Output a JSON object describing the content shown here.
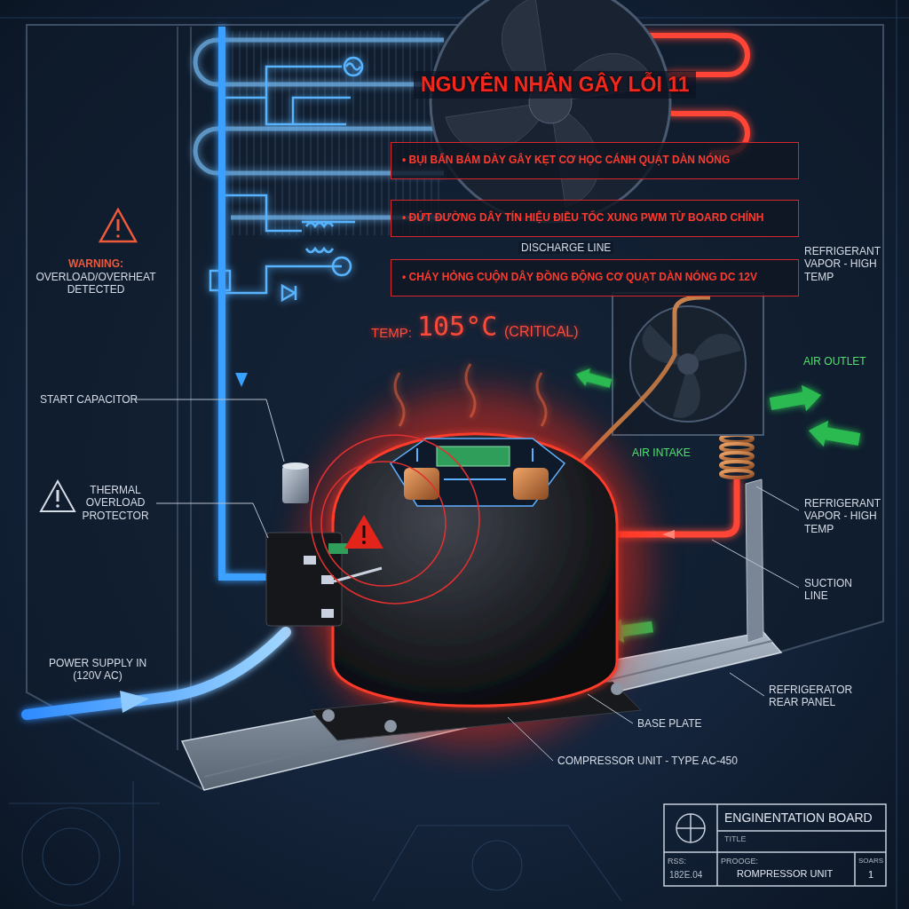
{
  "diagram": {
    "title": "NGUYÊN NHÂN GÂY LỖI 11",
    "nodes": [
      {
        "text": [
          "• BỤI BẨN BÁM DÀY GÂY KẸT CƠ HỌC CÁNH QUẠT DÀN NÓNG"
        ]
      },
      {
        "text": [
          "• ĐỨT ĐƯỜNG DÂY TÍN HIỆU ĐIỀU TỐC XUNG PWM TỪ BOARD CHÍNH"
        ]
      },
      {
        "text": [
          "• CHÁY HỎNG CUỘN DÂY ĐỒNG ĐỘNG CƠ QUẠT DÀN NÓNG DC 12V"
        ]
      }
    ],
    "labels": [
      "WARNING:",
      "OVERLOAD/OVERHEAT DETECTED",
      "DISCHARGE LINE",
      "REFRIGERANT VAPOR - HIGH TEMP",
      "TEMP:",
      "105°C",
      "(CRITICAL)",
      "START CAPACITOR",
      "THERMAL OVERLOAD PROTECTOR",
      "AIR OUTLET",
      "AIR INTAKE",
      "REFRIGERANT VAPOR - HIGH TEMP",
      "SUCTION LINE",
      "POWER SUPPLY IN (120V AC)",
      "REFRIGERATOR REAR PANEL",
      "BASE PLATE",
      "COMPRESSOR UNIT - TYPE AC-450",
      "ENGINENTATION BOARD",
      "TITLE",
      "RSS:",
      "182E.04",
      "PROOGE:",
      "ROMPRESSOR UNIT",
      "SOARS",
      "1"
    ]
  }
}
